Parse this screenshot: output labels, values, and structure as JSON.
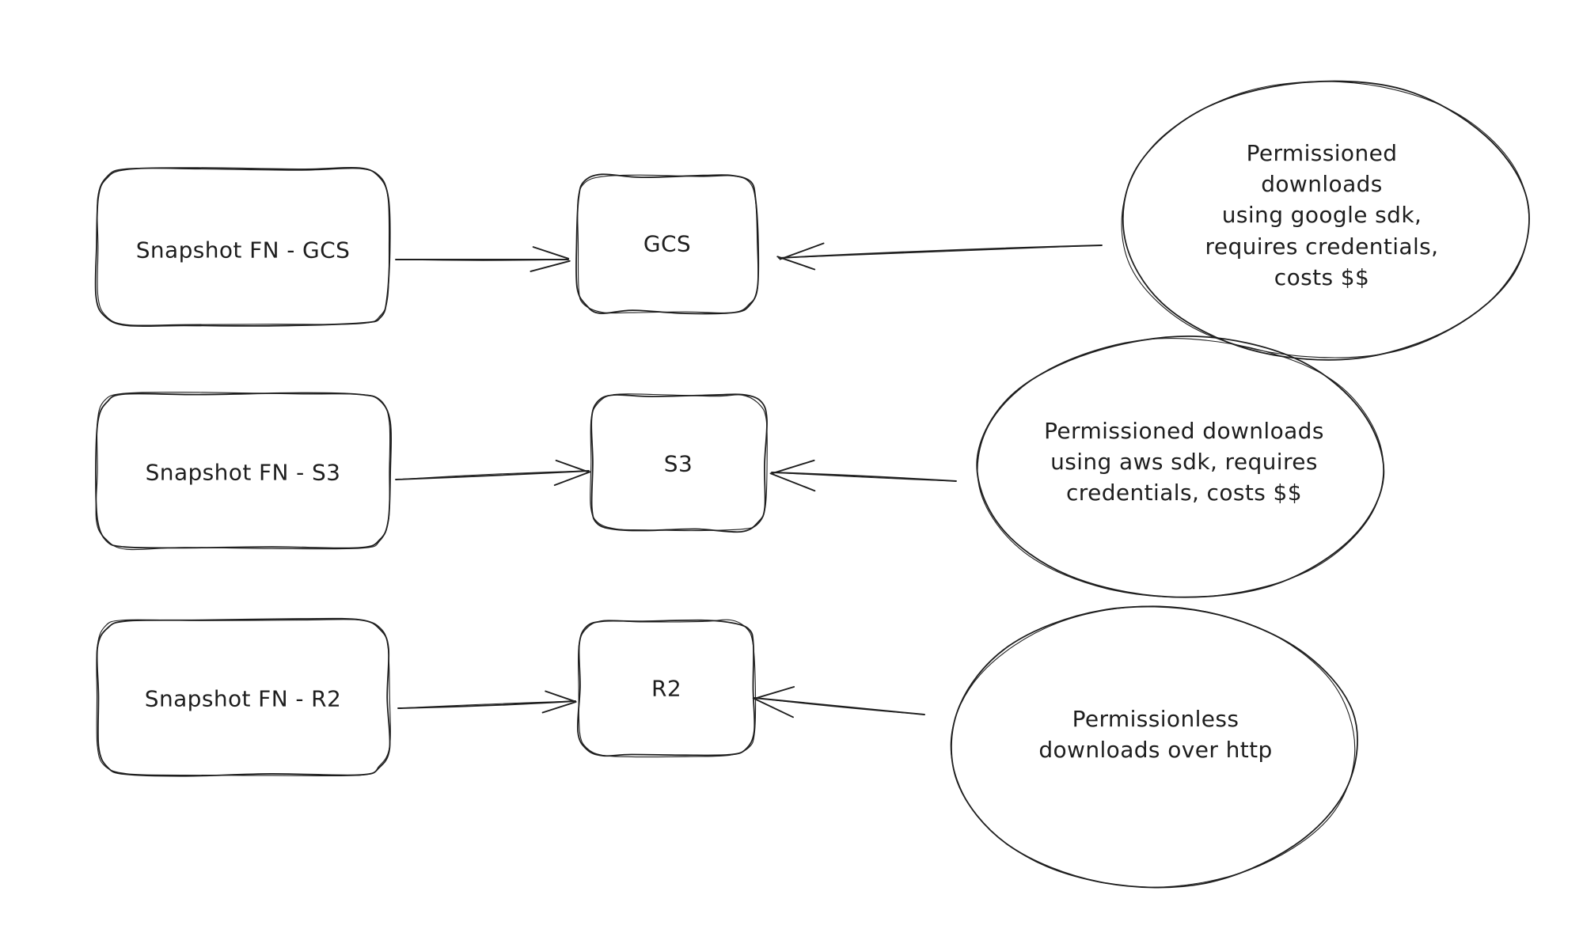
{
  "canvas": {
    "background": "#ffffff",
    "stroke_color": "#1e1e1e",
    "text_color": "#1e1e1e"
  },
  "rows": [
    {
      "source": {
        "label": "Snapshot FN - GCS"
      },
      "target": {
        "label": "GCS"
      },
      "note": {
        "text": "Permissioned downloads\nusing google sdk,\nrequires credentials,\ncosts $$"
      }
    },
    {
      "source": {
        "label": "Snapshot FN - S3"
      },
      "target": {
        "label": "S3"
      },
      "note": {
        "text": "Permissioned downloads\nusing aws sdk, requires\ncredentials, costs $$"
      }
    },
    {
      "source": {
        "label": "Snapshot FN - R2"
      },
      "target": {
        "label": "R2"
      },
      "note": {
        "text": "Permissionless\ndownloads over http"
      }
    }
  ]
}
